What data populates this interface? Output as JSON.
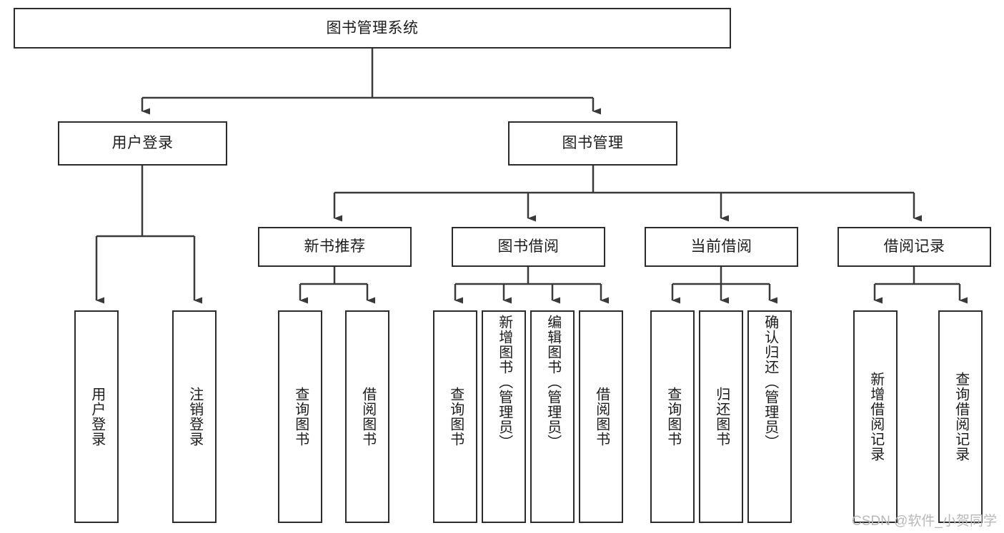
{
  "diagram": {
    "type": "tree-hierarchy-chart",
    "title_node": "图书管理系统",
    "watermark": "CSDN @软件_小贺同学",
    "colors": {
      "box_border": "#2b2b2b",
      "box_fill": "#ffffff",
      "connector": "#3a3a3a",
      "text": "#1c1c1c",
      "watermark": "#b8b8b8",
      "background": "#ffffff"
    },
    "levels": {
      "root": {
        "label": "图书管理系统"
      },
      "level1": [
        {
          "label": "用户登录"
        },
        {
          "label": "图书管理"
        }
      ],
      "level2": [
        {
          "label": "新书推荐"
        },
        {
          "label": "图书借阅"
        },
        {
          "label": "当前借阅"
        },
        {
          "label": "借阅记录"
        }
      ],
      "leaves": {
        "user_login": [
          {
            "label": "用户登录"
          },
          {
            "label": "注销登录"
          }
        ],
        "new_book_recommend": [
          {
            "label": "查询图书"
          },
          {
            "label": "借阅图书"
          }
        ],
        "book_borrow": [
          {
            "label": "查询图书"
          },
          {
            "label": "新增图书（管理员）"
          },
          {
            "label": "编辑图书（管理员）"
          },
          {
            "label": "借阅图书"
          }
        ],
        "current_borrow": [
          {
            "label": "查询图书"
          },
          {
            "label": "归还图书"
          },
          {
            "label": "确认归还（管理员）"
          }
        ],
        "borrow_record": [
          {
            "label": "新增借阅记录"
          },
          {
            "label": "查询借阅记录"
          }
        ]
      }
    }
  }
}
